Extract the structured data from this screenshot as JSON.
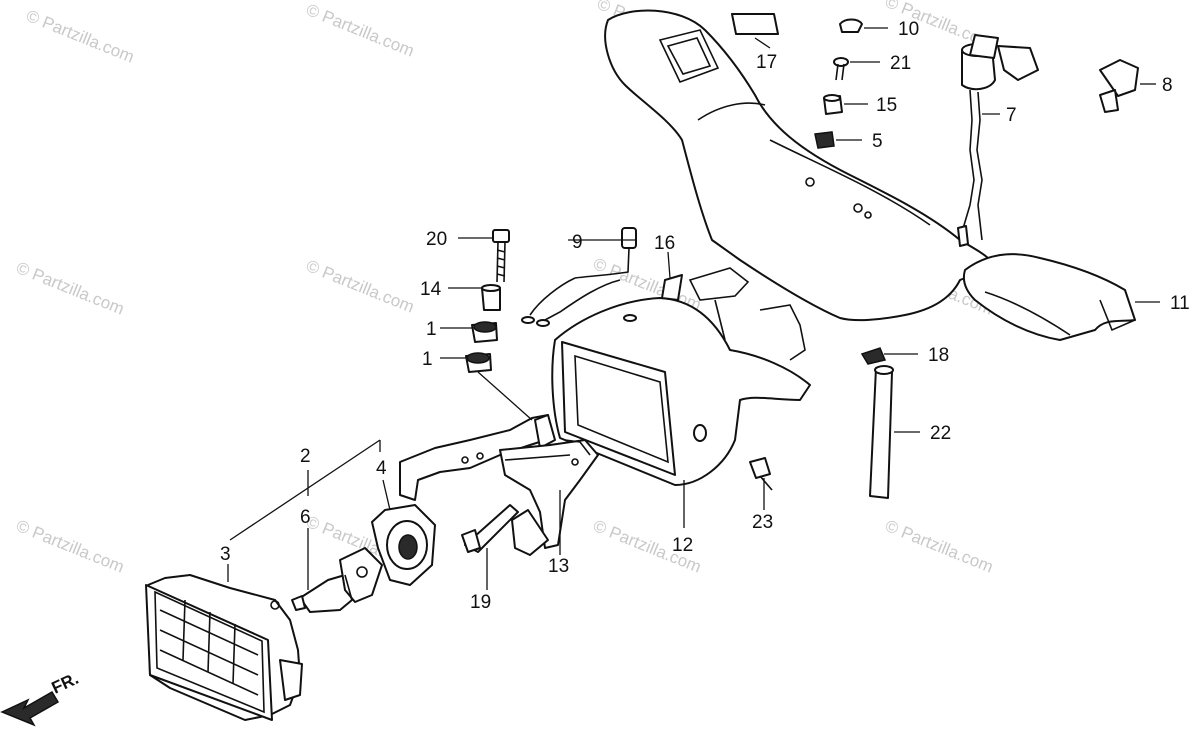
{
  "watermark": "© Partzilla.com",
  "front_marker": "FR.",
  "callouts": {
    "c1a": "1",
    "c1b": "1",
    "c2": "2",
    "c3": "3",
    "c4": "4",
    "c5": "5",
    "c6": "6",
    "c7": "7",
    "c8": "8",
    "c9": "9",
    "c10": "10",
    "c11": "11",
    "c12": "12",
    "c13": "13",
    "c14": "14",
    "c15": "15",
    "c16": "16",
    "c17": "17",
    "c18": "18",
    "c19": "19",
    "c20": "20",
    "c21": "21",
    "c22": "22",
    "c23": "23"
  }
}
